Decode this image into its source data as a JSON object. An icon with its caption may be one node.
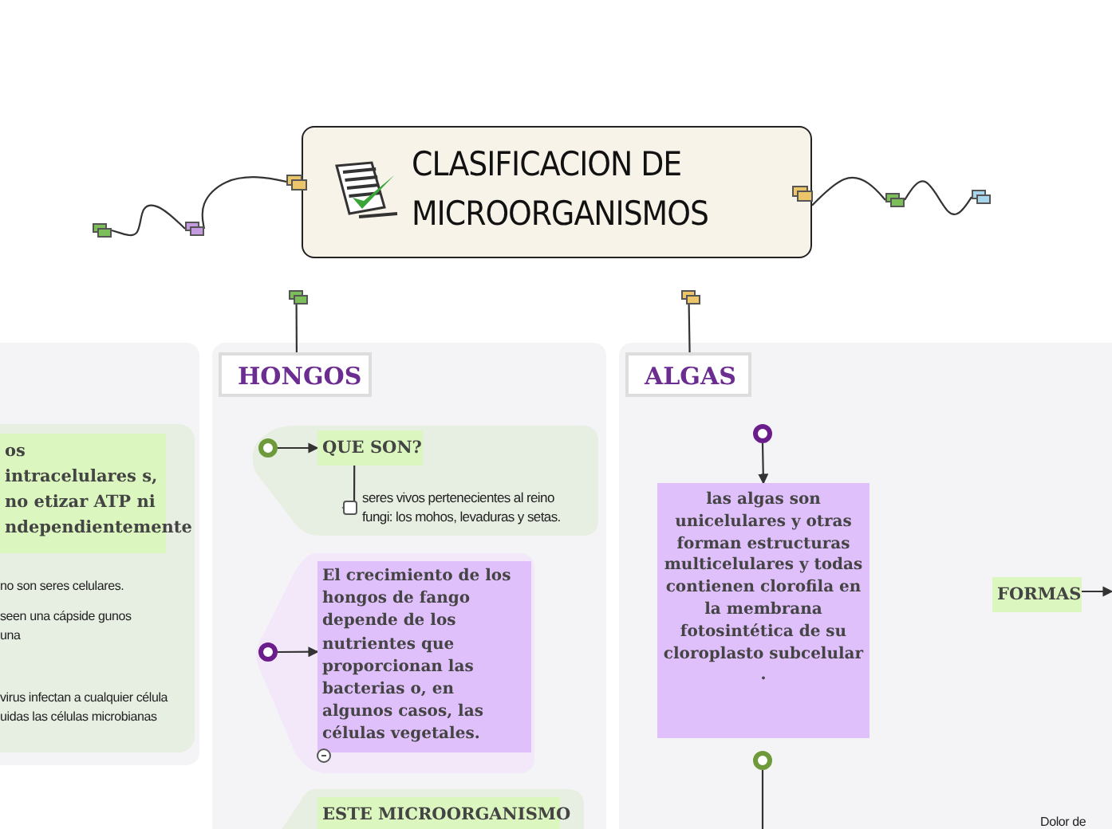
{
  "diagram": {
    "nodes": [
      {
        "text": [
          "CLASIFICACION DE MICROORGANISMOS"
        ]
      },
      {
        "text": [],
        "shape": "box"
      },
      {
        "text": [],
        "shape": "box"
      },
      {
        "text": [],
        "shape": "box"
      },
      {
        "text": [],
        "shape": "box"
      },
      {
        "text": [],
        "shape": "box"
      },
      {
        "text": [],
        "shape": "box"
      },
      {
        "text": [
          "os intracelulares s, no etizar ATP ni ndependientemente"
        ]
      },
      {
        "text": [
          "HONGOS"
        ]
      },
      {
        "text": [],
        "shape": "circle"
      },
      {
        "text": [
          "QUE  SON?"
        ]
      },
      {
        "text": [
          "seres vivos pertenecientes al reino fungi: los mohos, levaduras y setas."
        ]
      },
      {
        "text": [],
        "shape": "circle"
      },
      {
        "text": [
          "El crecimiento de los hongos de fango depende de los nutrientes que proporcionan las bacterias o, en algunos casos, las células vegetales."
        ]
      },
      {
        "text": [
          "ESTE MICROORGANISMO"
        ]
      },
      {
        "text": [
          "ALGAS"
        ]
      },
      {
        "text": [],
        "shape": "circle"
      },
      {
        "text": [
          "las algas son unicelulares y otras forman estructuras multicelulares y todas contienen clorofila en la membrana fotosintética de su cloroplasto subcelular ."
        ]
      },
      {
        "text": [],
        "shape": "circle"
      },
      {
        "text": [
          "FORMAS"
        ]
      }
    ],
    "edges": [
      {
        "from": 0,
        "to": 2,
        "arrow": "none"
      },
      {
        "from": 2,
        "to": 1,
        "arrow": "none"
      },
      {
        "from": 0,
        "to": 3,
        "arrow": "none"
      },
      {
        "from": 3,
        "to": 4,
        "arrow": "none"
      },
      {
        "from": 5,
        "to": 8,
        "arrow": "none"
      },
      {
        "from": 6,
        "to": 15,
        "arrow": "none"
      },
      {
        "from": 9,
        "to": 10,
        "arrow": "to"
      },
      {
        "from": 10,
        "to": 11,
        "arrow": "to"
      },
      {
        "from": 12,
        "to": 13,
        "arrow": "to"
      },
      {
        "from": 16,
        "to": 17,
        "arrow": "to"
      },
      {
        "from": 18,
        "to": null,
        "arrow": "none"
      },
      {
        "from": 19,
        "to": null,
        "arrow": "to"
      }
    ],
    "labels": [
      "no son seres celulares.",
      "seen una cápside gunos una",
      "virus infectan a cualquier célula uidas las células microbianas",
      "Dolor de"
    ]
  }
}
